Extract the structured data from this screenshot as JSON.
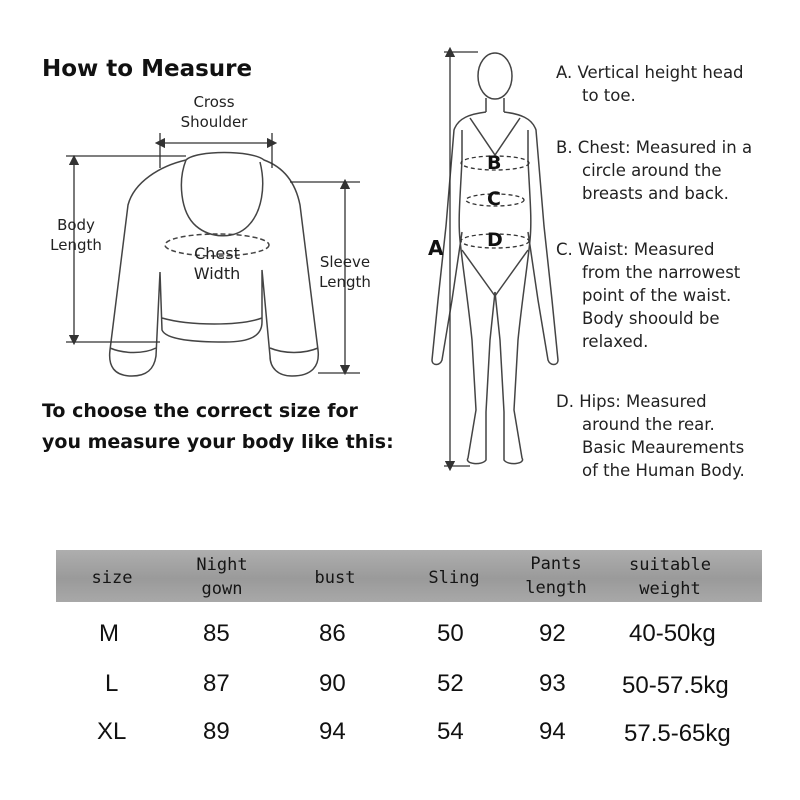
{
  "heading": "How to Measure",
  "instruction": {
    "line1": "To choose the correct size for",
    "line2": "you measure your body like this:"
  },
  "garment_labels": {
    "cross_shoulder": [
      "Cross",
      "Shoulder"
    ],
    "body_length": [
      "Body",
      "Length"
    ],
    "chest_width": [
      "Chest",
      "Width"
    ],
    "sleeve_length": [
      "Sleeve",
      "Length"
    ]
  },
  "figure_letters": {
    "a": "A",
    "b": "B",
    "c": "C",
    "d": "D"
  },
  "measurements": [
    {
      "lines": [
        "A. Vertical height head",
        "to toe."
      ]
    },
    {
      "lines": [
        "B. Chest: Measured in a",
        "circle around the",
        "breasts and back."
      ]
    },
    {
      "lines": [
        "C. Waist: Measured",
        "from the narrowest",
        "point of the waist.",
        "Body shoould be",
        "relaxed."
      ]
    },
    {
      "lines": [
        "D. Hips: Measured",
        "around the rear.",
        "Basic Meaurements",
        "of the Human Body."
      ]
    }
  ],
  "size_table": {
    "headers": [
      {
        "lines": [
          "size"
        ]
      },
      {
        "lines": [
          "Night",
          "gown"
        ]
      },
      {
        "lines": [
          "bust"
        ]
      },
      {
        "lines": [
          "Sling"
        ]
      },
      {
        "lines": [
          "Pants",
          "length"
        ]
      },
      {
        "lines": [
          "suitable",
          "weight"
        ]
      }
    ],
    "rows": [
      [
        "M",
        "85",
        "86",
        "50",
        "92",
        "40-50kg"
      ],
      [
        "L",
        "87",
        "90",
        "52",
        "93",
        "50-57.5kg"
      ],
      [
        "XL",
        "89",
        "94",
        "54",
        "94",
        "57.5-65kg"
      ]
    ]
  },
  "colors": {
    "header_band": "#a4a4a4",
    "line_art": "#333333",
    "text": "#111111"
  }
}
